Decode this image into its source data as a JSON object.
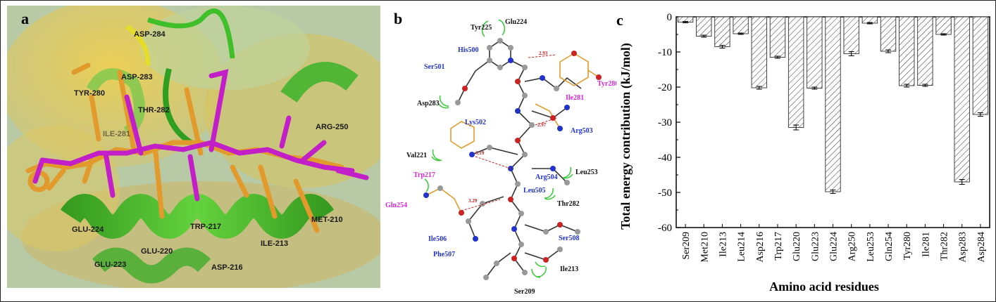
{
  "panel_a": {
    "letter": "a",
    "labels": [
      "ASP-284",
      "ASP-283",
      "TYR-280",
      "THR-282",
      "ILE-281",
      "ARG-250",
      "GLU-224",
      "GLU-223",
      "GLU-220",
      "TRP-217",
      "ASP-216",
      "ILE-213",
      "MET-210"
    ]
  },
  "panel_b": {
    "letter": "b",
    "labels_blue": [
      "His500",
      "Ser501",
      "Lys502",
      "Arg503",
      "Arg504",
      "Leu505",
      "Ile506",
      "Phe507",
      "Ser508"
    ],
    "labels_magenta": [
      "Tyr280",
      "Ile281",
      "Trp217",
      "Gln254"
    ],
    "labels_black": [
      "Tyr225",
      "Glu224",
      "Asp283",
      "Val221",
      "Leu253",
      "Thr282",
      "Ile213",
      "Ser209"
    ],
    "hbonds": [
      "2.93",
      "2.97",
      "3.19",
      "3.29"
    ]
  },
  "chart_data": {
    "type": "bar",
    "letter": "c",
    "categories": [
      "Ser209",
      "Met210",
      "Ile213",
      "Leu214",
      "Asp216",
      "Trp217",
      "Glu220",
      "Glu223",
      "Glu224",
      "Arg250",
      "Leu253",
      "Gln254",
      "Tyr280",
      "Ile281",
      "Thr282",
      "Asp283",
      "Asp284"
    ],
    "values": [
      -1.5,
      -5.5,
      -8.5,
      -4.8,
      -20.2,
      -11.5,
      -31.5,
      -20.3,
      -49.8,
      -10.5,
      -1.8,
      -9.8,
      -19.6,
      -19.5,
      -5.0,
      -47.0,
      -27.8
    ],
    "errors": [
      0.2,
      0.3,
      0.4,
      0.2,
      0.4,
      0.3,
      0.7,
      0.3,
      0.5,
      0.6,
      0.2,
      0.4,
      0.4,
      0.3,
      0.2,
      0.7,
      0.5
    ],
    "ylabel": "Total energy contribution (kJ/mol)",
    "xlabel": "Amino acid residues",
    "ylim": [
      -60,
      0
    ],
    "yticks": [
      0,
      -10,
      -20,
      -30,
      -40,
      -50,
      -60
    ],
    "bar_pattern": "diagonal-hatch",
    "grid": false
  }
}
